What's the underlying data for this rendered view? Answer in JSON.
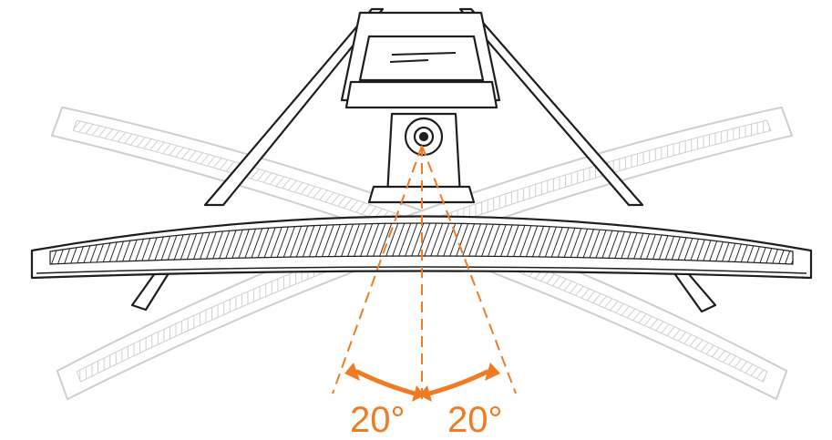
{
  "swivel": {
    "left_angle": "20°",
    "right_angle": "20°",
    "angle_degrees": 20
  },
  "colors": {
    "line": "#1e1e1e",
    "ghost": "#c9c9c9",
    "accent": "#f07b22",
    "fill": "#ffffff"
  }
}
